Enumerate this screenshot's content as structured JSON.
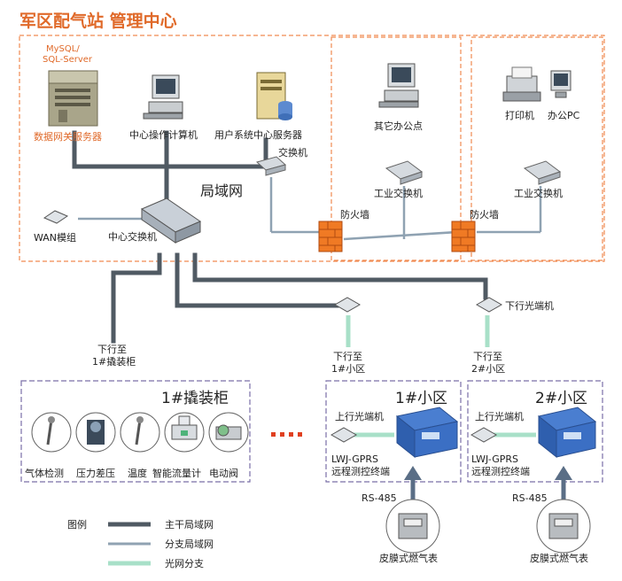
{
  "title": "军区配气站   管理中心",
  "labels": {
    "db_model": "MySQL/\nSQL-Server",
    "gateway_server": "数据网关服务器",
    "op_pc": "中心操作计算机",
    "user_server": "用户系统中心服务器",
    "switch": "交换机",
    "lan": "局域网",
    "wan": "WAN模组",
    "center_switch": "中心交换机",
    "other_office": "其它办公点",
    "ind_switch_1": "工业交换机",
    "printer": "打印机",
    "office_pc": "办公PC",
    "ind_switch_2": "工业交换机",
    "firewall_1": "防火墙",
    "firewall_2": "防火墙",
    "down_onu": "下行光端机",
    "to_cabinet": "下行至\n1#撬装柜",
    "to_area1": "下行至\n1#小区",
    "to_area2": "下行至\n2#小区",
    "cabinet_title": "1#撬装柜",
    "area1_title": "1#小区",
    "area2_title": "2#小区",
    "up_onu_1": "上行光端机",
    "up_onu_2": "上行光端机",
    "terminal_1": "LWJ-GPRS\n远程测控终端",
    "terminal_2": "LWJ-GPRS\n远程测控终端",
    "rs485_1": "RS-485",
    "rs485_2": "RS-485",
    "meter_1": "皮膜式燃气表",
    "meter_2": "皮膜式燃气表"
  },
  "cabinet_devices": [
    "气体检测",
    "压力差压",
    "温度",
    "智能流量计",
    "电动阀"
  ],
  "legend": {
    "title": "图例",
    "items": [
      {
        "label": "主干局域网",
        "color": "#505a63"
      },
      {
        "label": "分支局域网",
        "color": "#8fa2b2"
      },
      {
        "label": "光网分支",
        "color": "#a8e0c8"
      }
    ]
  },
  "colors": {
    "accent": "#e06a2a",
    "backbone": "#505a63",
    "branch": "#8fa2b2",
    "fiber": "#a8e0c8",
    "purple_border": "#7a6fa8",
    "firewall": "#f07a24"
  }
}
